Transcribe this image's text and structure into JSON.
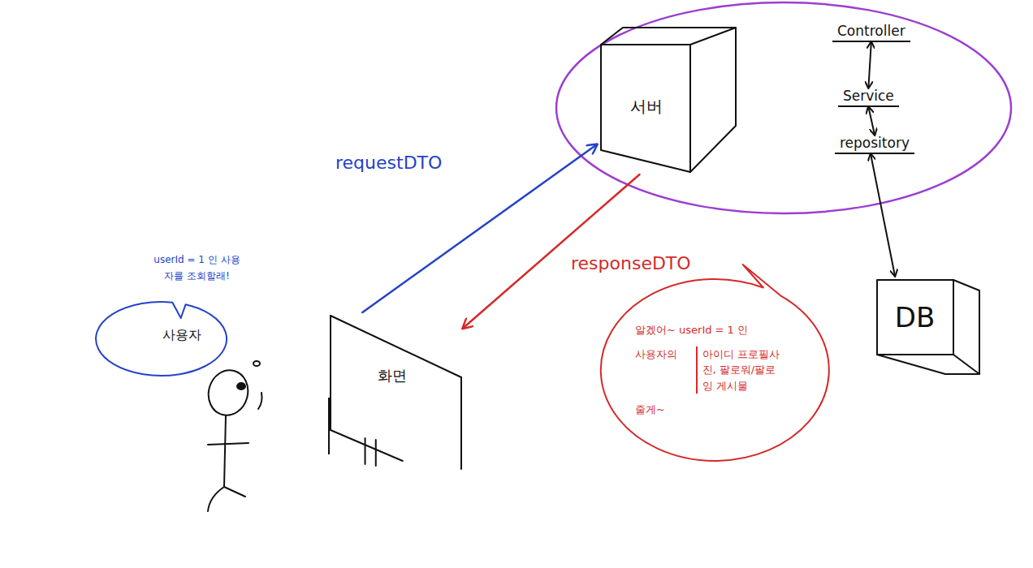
{
  "diagram": {
    "nodes": [
      {
        "text": [
          "서버"
        ]
      },
      {
        "text": [
          "Controller"
        ]
      },
      {
        "text": [
          "Service"
        ]
      },
      {
        "text": [
          "repository"
        ]
      },
      {
        "text": [
          "DB"
        ]
      },
      {
        "text": [
          "화면"
        ]
      },
      {
        "text": [
          "userId = 1 인 사용자를 조회할래!"
        ]
      },
      {
        "text": [
          "알겠어~ userId = 1 인",
          "사용자의",
          "아이디 프로필사진, 팔로워/팔로잉 게시물",
          "줄게~"
        ]
      }
    ],
    "edges": [
      {
        "from": 1,
        "to": 2,
        "arrow": "both"
      },
      {
        "from": 2,
        "to": 3,
        "arrow": "both"
      },
      {
        "from": 3,
        "to": 4,
        "arrow": "both"
      },
      {
        "from": 5,
        "to": 0,
        "label": "requestDTO",
        "arrow": "to"
      },
      {
        "from": 0,
        "to": 5,
        "label": "responseDTO",
        "arrow": "to"
      }
    ],
    "labels": [
      "사용자"
    ]
  }
}
